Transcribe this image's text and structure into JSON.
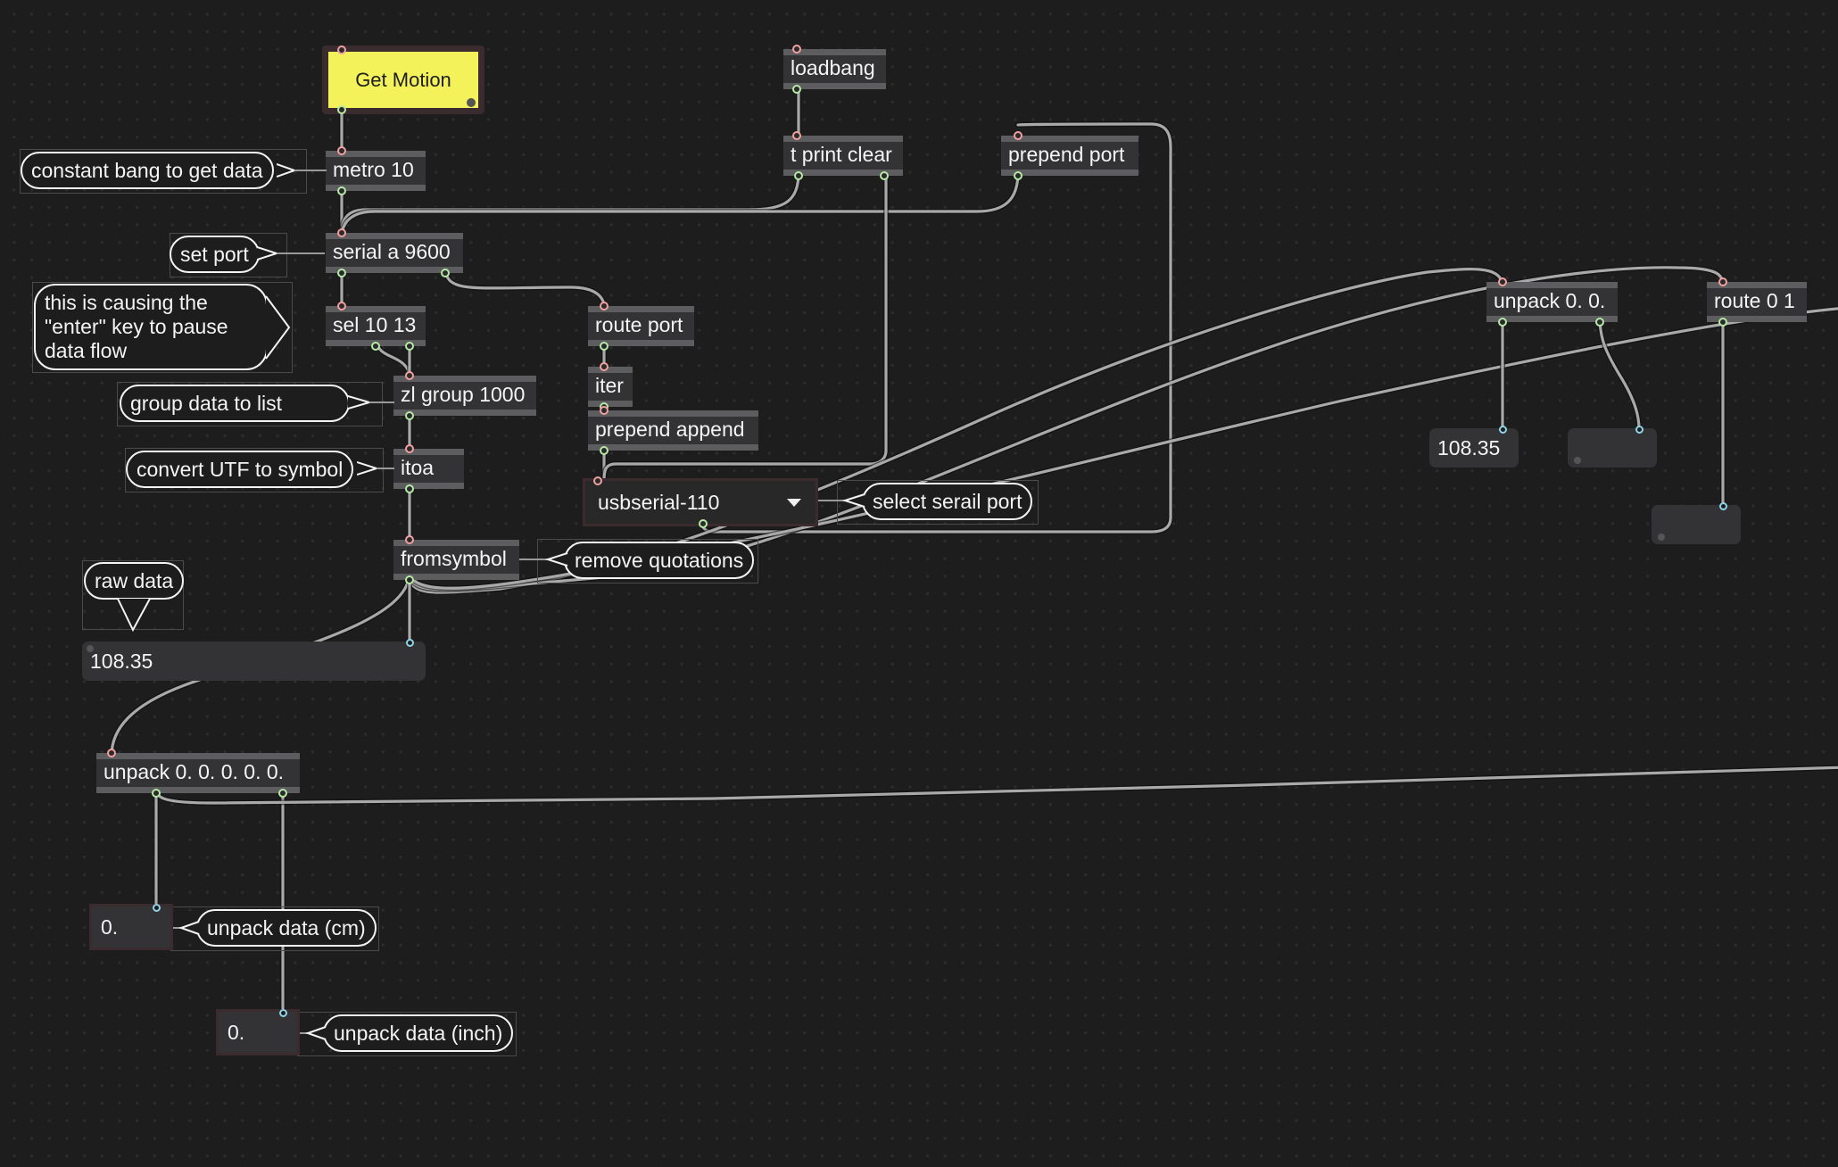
{
  "objects": {
    "get_motion": "Get Motion",
    "loadbang": "loadbang",
    "metro": "metro 10",
    "t_print_clear": "t print clear",
    "prepend_port": "prepend port",
    "serial": "serial a 9600",
    "sel": "sel 10 13",
    "route_port": "route port",
    "zl_group": "zl group 1000",
    "iter": "iter",
    "prepend_append": "prepend append",
    "itoa": "itoa",
    "fromsymbol": "fromsymbol",
    "unpack_pair": "unpack 0. 0.",
    "route01": "route 0 1",
    "unpack_six": "unpack 0. 0. 0. 0. 0."
  },
  "comments": {
    "constant_bang": "constant bang to get data",
    "set_port": "set port",
    "enter_line1": "this is causing the",
    "enter_line2": "\"enter\" key to pause",
    "enter_line3": "data flow",
    "group_data": "group data to list",
    "convert_utf": "convert UTF to symbol",
    "select_port": "select serail port",
    "remove_quotations": "remove quotations",
    "raw_data": "raw data",
    "unpack_cm": "unpack data (cm)",
    "unpack_inch": "unpack data (inch)"
  },
  "serial_menu": {
    "selected": "usbserial-110"
  },
  "values": {
    "raw_message": "108.35",
    "unpack_first": "108.35",
    "cm": "0.",
    "inch": "0."
  }
}
